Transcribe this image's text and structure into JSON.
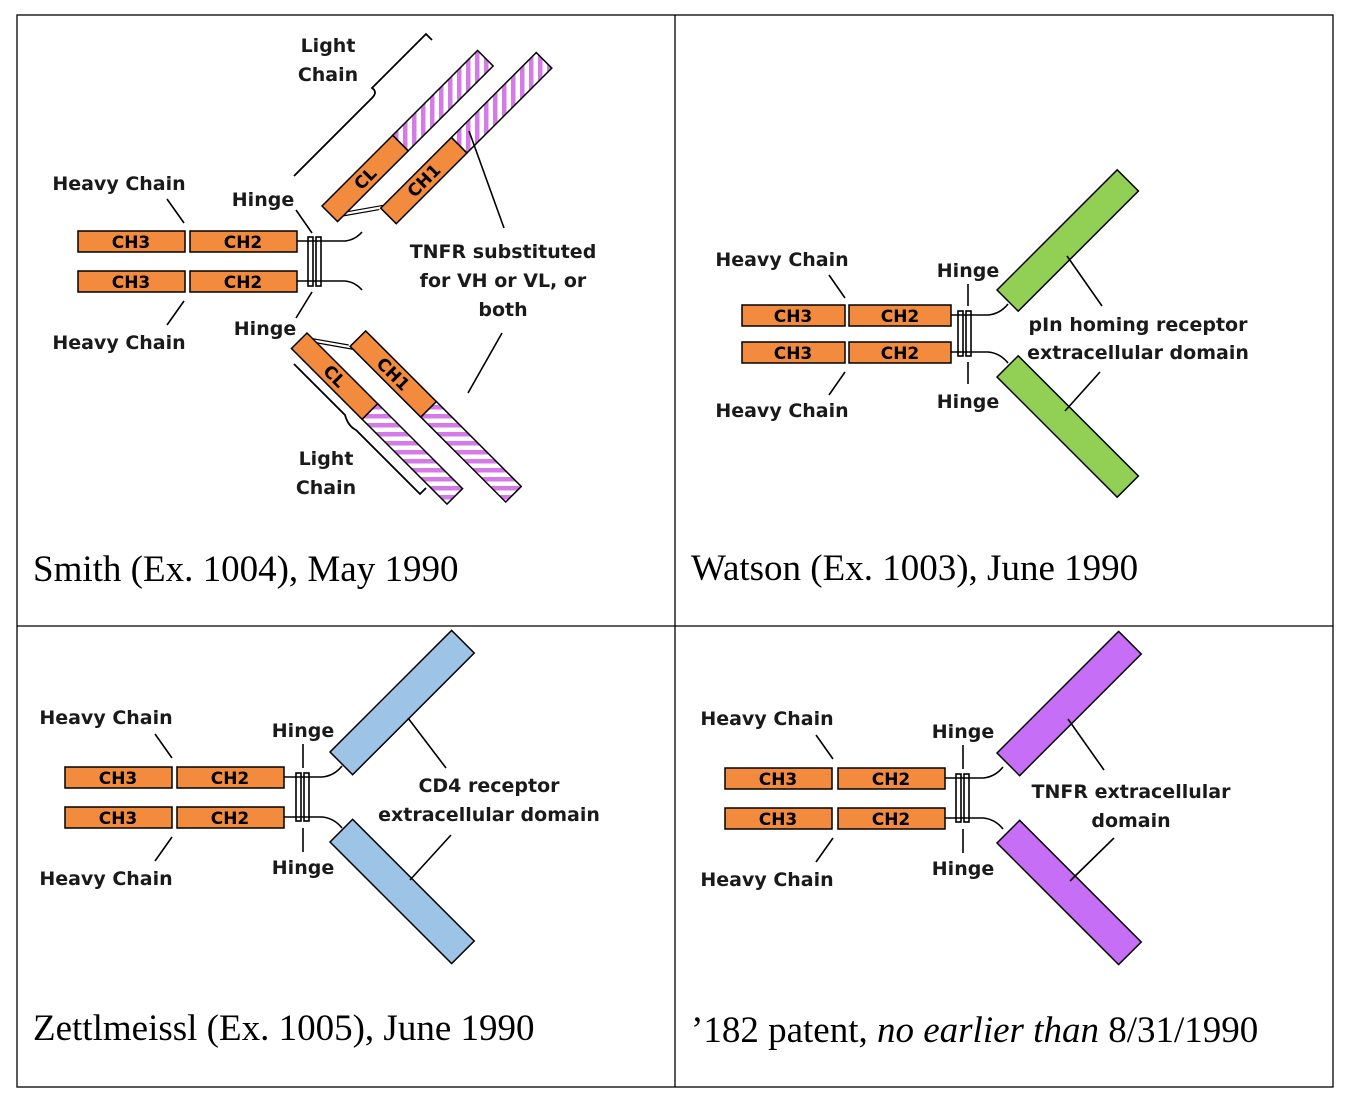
{
  "colors": {
    "heavy": "#F38B3F",
    "border": "#000000",
    "light_hatch": "#D47BE8",
    "watson_domain": "#92CF55",
    "zettl_domain": "#9DC3E6",
    "patent_domain": "#C66EF5"
  },
  "labels": {
    "heavy_chain": "Heavy Chain",
    "hinge": "Hinge",
    "ch3": "CH3",
    "ch2": "CH2",
    "ch1": "CH1",
    "cl": "CL",
    "light_line1": "Light",
    "light_line2": "Chain"
  },
  "panels": {
    "smith": {
      "caption": "Smith (Ex. 1004), May 1990",
      "callout": [
        "TNFR substituted",
        "for VH or VL, or",
        "both"
      ]
    },
    "watson": {
      "caption": "Watson (Ex. 1003), June 1990",
      "callout": [
        "pIn homing receptor",
        "extracellular domain"
      ]
    },
    "zettlmeissl": {
      "caption": "Zettlmeissl (Ex. 1005), June 1990",
      "callout": [
        "CD4 receptor",
        "extracellular domain"
      ]
    },
    "patent": {
      "caption_prefix": "’182 patent, ",
      "caption_italic": "no earlier than",
      "caption_suffix": " 8/31/1990",
      "callout": [
        "TNFR extracellular",
        "domain"
      ]
    }
  }
}
